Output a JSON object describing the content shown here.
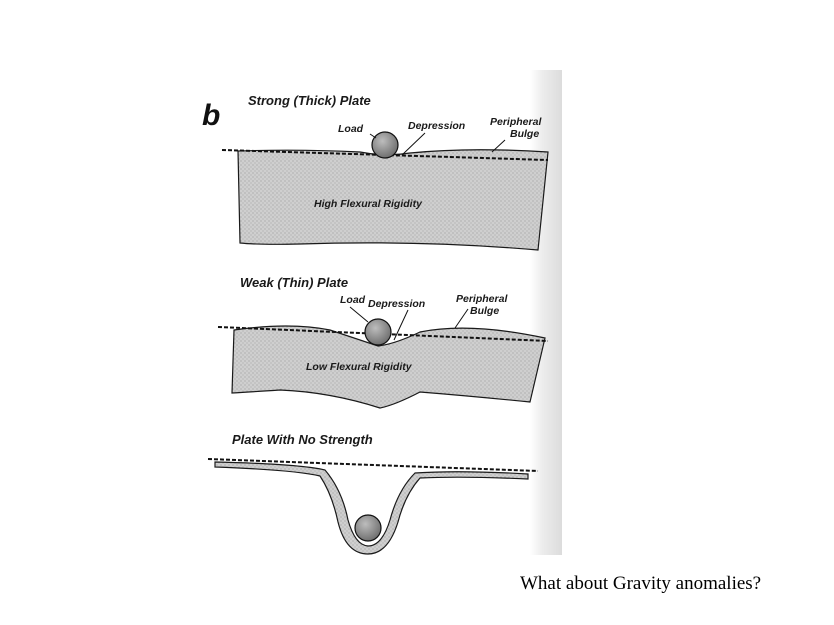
{
  "panel_label": "b",
  "sections": [
    {
      "title": "Strong (Thick) Plate",
      "load_label": "Load",
      "depression_label": "Depression",
      "bulge_label_1": "Peripheral",
      "bulge_label_2": "Bulge",
      "rigidity_label": "High Flexural Rigidity"
    },
    {
      "title": "Weak (Thin) Plate",
      "load_label": "Load",
      "depression_label": "Depression",
      "bulge_label_1": "Peripheral",
      "bulge_label_2": "Bulge",
      "rigidity_label": "Low Flexural Rigidity"
    },
    {
      "title": "Plate With No Strength"
    }
  ],
  "caption": "What about Gravity anomalies?",
  "colors": {
    "plate_fill": "#c9c9c9",
    "ink": "#1a1a1a",
    "page_edge": "#e6e6e6"
  }
}
